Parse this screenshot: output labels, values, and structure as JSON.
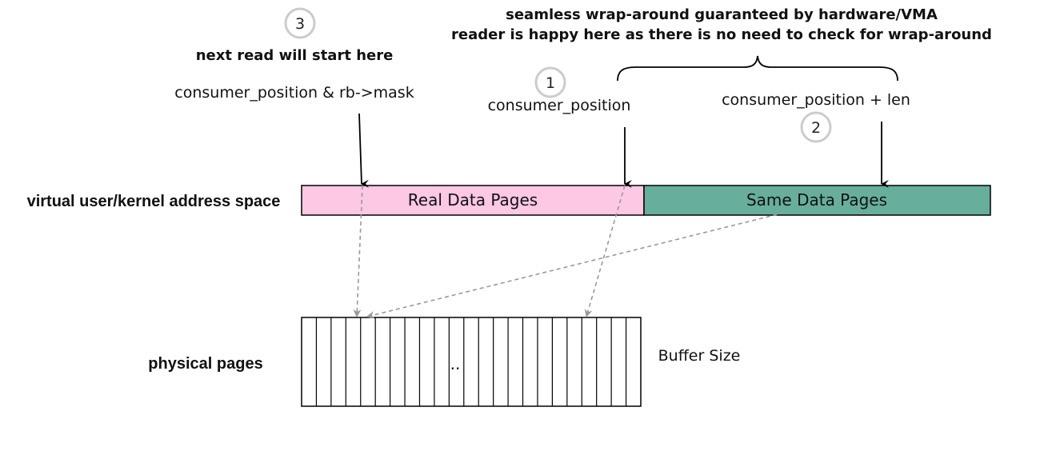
{
  "heading": {
    "line1": "seamless wrap-around guaranteed by hardware/VMA",
    "line2": "reader is happy here as there is no need to check for wrap-around"
  },
  "markers": {
    "m1": {
      "number": "1",
      "label": "consumer_position"
    },
    "m2": {
      "number": "2",
      "label": "consumer_position + len"
    },
    "m3": {
      "number": "3",
      "title": "next read will start here",
      "label": "consumer_position & rb->mask"
    }
  },
  "rows": {
    "virtual_label": "virtual user/kernel address space",
    "physical_label": "physical pages"
  },
  "boxes": {
    "real": "Real Data Pages",
    "same": "Same Data Pages",
    "ellipsis": ".."
  },
  "buffer_label": "Buffer Size",
  "colors": {
    "real_fill": "#fcc8e4",
    "same_fill": "#68ae9c",
    "dashed": "#999999",
    "circle_stroke": "#cccccc"
  }
}
